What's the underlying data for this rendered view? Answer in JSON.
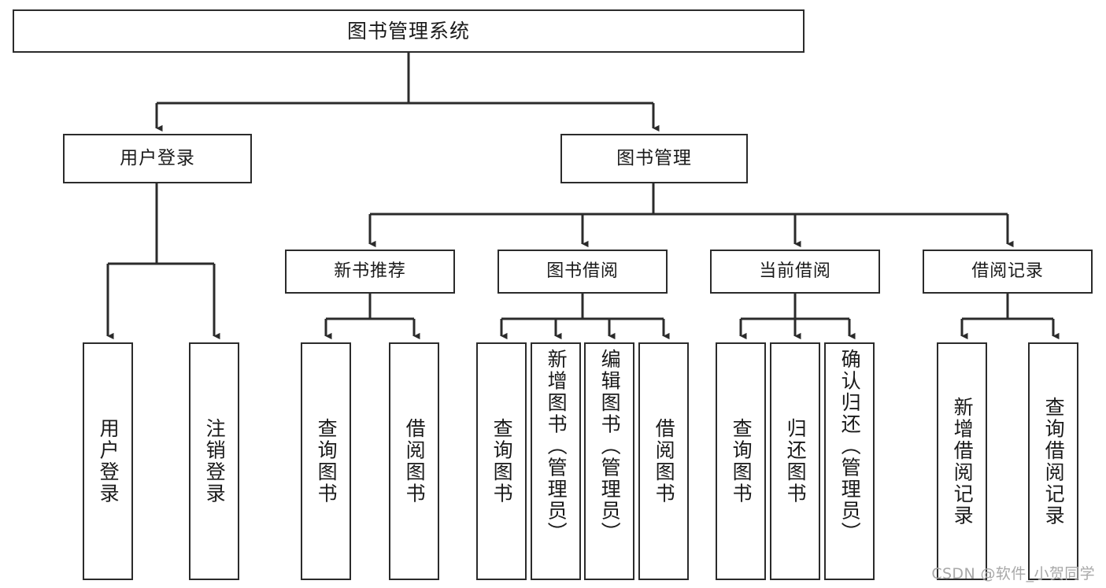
{
  "diagram": {
    "title": "图书管理系统",
    "type": "hierarchy-tree",
    "watermark": "CSDN @软件_小贺同学",
    "colors": {
      "stroke": "#2b2b2b",
      "fill": "#ffffff",
      "text": "#1a1a1a",
      "watermark": "#a8a8a8"
    },
    "nodes": {
      "root": {
        "label": "图书管理系统"
      },
      "level2": [
        {
          "id": "user-login",
          "label": "用户登录"
        },
        {
          "id": "book-management",
          "label": "图书管理"
        }
      ],
      "level3": [
        {
          "id": "new-book-recommend",
          "label": "新书推荐",
          "parent": "book-management"
        },
        {
          "id": "book-borrow",
          "label": "图书借阅",
          "parent": "book-management"
        },
        {
          "id": "current-borrow",
          "label": "当前借阅",
          "parent": "book-management"
        },
        {
          "id": "borrow-record",
          "label": "借阅记录",
          "parent": "book-management"
        }
      ],
      "leaves": [
        {
          "id": "leaf-user-login",
          "label": "用户登录",
          "parent": "user-login"
        },
        {
          "id": "leaf-logout",
          "label": "注销登录",
          "parent": "user-login"
        },
        {
          "id": "leaf-query-book-1",
          "label": "查询图书",
          "parent": "new-book-recommend"
        },
        {
          "id": "leaf-borrow-book-1",
          "label": "借阅图书",
          "parent": "new-book-recommend"
        },
        {
          "id": "leaf-query-book-2",
          "label": "查询图书",
          "parent": "book-borrow"
        },
        {
          "id": "leaf-add-book",
          "label": "新增图书（管理员）",
          "parent": "book-borrow"
        },
        {
          "id": "leaf-edit-book",
          "label": "编辑图书（管理员）",
          "parent": "book-borrow"
        },
        {
          "id": "leaf-borrow-book-2",
          "label": "借阅图书",
          "parent": "book-borrow"
        },
        {
          "id": "leaf-query-book-3",
          "label": "查询图书",
          "parent": "current-borrow"
        },
        {
          "id": "leaf-return-book",
          "label": "归还图书",
          "parent": "current-borrow"
        },
        {
          "id": "leaf-confirm-return",
          "label": "确认归还（管理员）",
          "parent": "current-borrow"
        },
        {
          "id": "leaf-add-record",
          "label": "新增借阅记录",
          "parent": "borrow-record"
        },
        {
          "id": "leaf-query-record",
          "label": "查询借阅记录",
          "parent": "borrow-record"
        }
      ]
    }
  }
}
